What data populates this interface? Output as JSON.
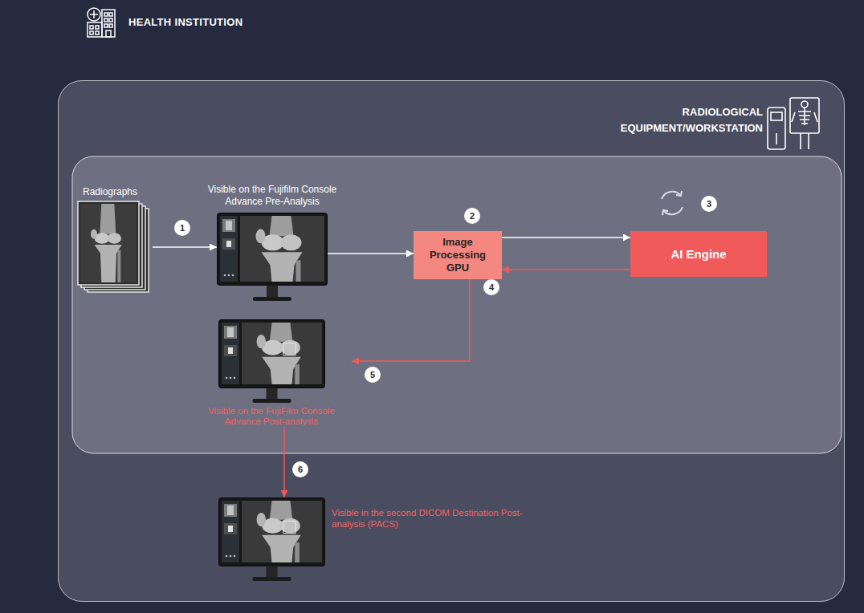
{
  "diagram": {
    "nodes": [
      {
        "text": [
          "HEALTH INSTITUTION"
        ]
      },
      {
        "text": [
          "RADIOLOGICAL EQUIPMENT/WORKSTATION"
        ],
        "in": 0
      },
      {
        "text": [
          "Radiographs"
        ],
        "in": 1
      },
      {
        "text": [
          "Visible on the Fujifilm Console Advance Pre-Analysis"
        ],
        "in": 1
      },
      {
        "text": [
          "Image Processing GPU"
        ],
        "in": 1
      },
      {
        "text": [
          "AI Engine"
        ],
        "in": 1
      },
      {
        "text": [
          "Visible on the FujiFilm Console Advance Post-analysis"
        ],
        "in": 1
      },
      {
        "text": [
          "Visible in the second DICOM Destination Post-analysis (PACS)"
        ],
        "in": 1
      }
    ],
    "edges": [
      {
        "from": 2,
        "to": 3,
        "arrow": "to"
      },
      {
        "from": 3,
        "to": 4,
        "arrow": "to"
      },
      {
        "from": 4,
        "to": 5,
        "arrow": "to"
      },
      {
        "from": 5,
        "to": 4,
        "arrow": "to"
      },
      {
        "from": 4,
        "to": 6,
        "arrow": "to"
      },
      {
        "from": 6,
        "to": 7,
        "arrow": "to"
      }
    ],
    "labels": [
      "1",
      "2",
      "3",
      "4",
      "5",
      "6"
    ]
  }
}
